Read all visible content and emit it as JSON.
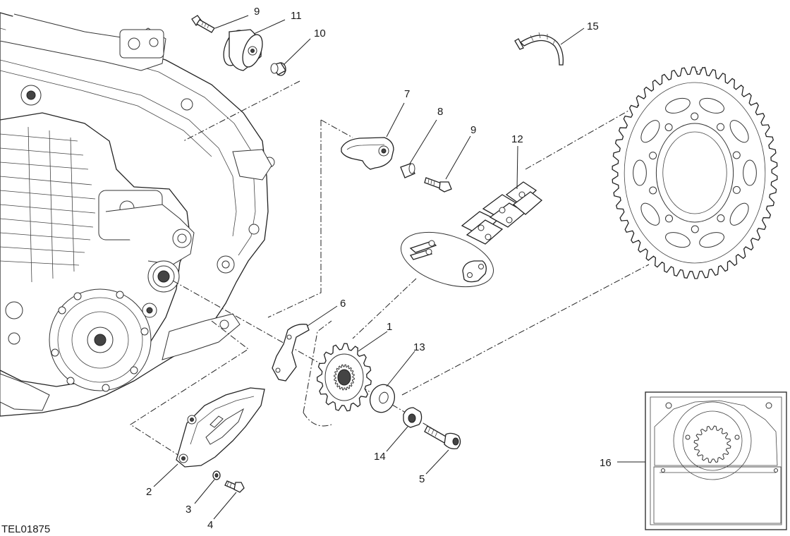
{
  "diagram": {
    "code": "TEL01875",
    "callouts": [
      "1",
      "2",
      "3",
      "4",
      "5",
      "6",
      "7",
      "8",
      "9",
      "9",
      "10",
      "11",
      "12",
      "13",
      "14",
      "15",
      "16"
    ]
  }
}
